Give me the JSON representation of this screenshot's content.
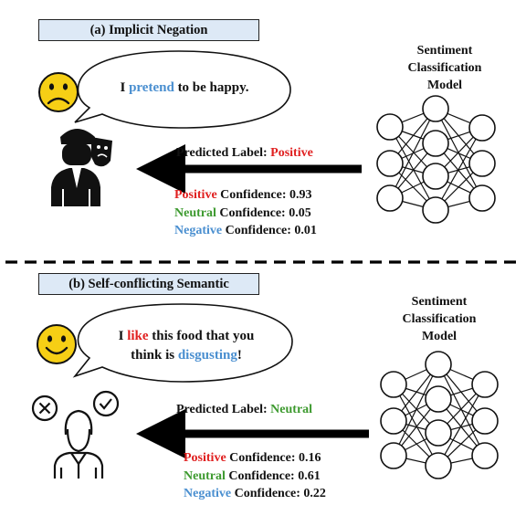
{
  "colors": {
    "title_bg": "#dde9f6",
    "positive": "#e02020",
    "neutral": "#3d9a2f",
    "negative": "#4a8fd0",
    "face": "#f6cf15"
  },
  "panel_a": {
    "title": "(a) Implicit Negation",
    "emoji": "sad-face-icon",
    "person": "actor-with-masks-icon",
    "bubble": {
      "pre": "I ",
      "highlight": "pretend",
      "post": " to be happy."
    },
    "model_label": [
      "Sentiment",
      "Classification",
      "Model"
    ],
    "predicted_prefix": "Predicted Label: ",
    "predicted_value": "Positive",
    "confidences": [
      {
        "label": "Positive",
        "text": " Confidence: 0.93",
        "value": 0.93
      },
      {
        "label": "Neutral",
        "text": " Confidence: 0.05",
        "value": 0.05
      },
      {
        "label": "Negative",
        "text": " Confidence: 0.01",
        "value": 0.01
      }
    ]
  },
  "panel_b": {
    "title": "(b) Self-conflicting Semantic",
    "emoji": "smiling-face-icon",
    "person": "person-deciding-icon",
    "bubble": {
      "line1_pre": "I ",
      "line1_highlight": "like",
      "line1_post": " this food that you",
      "line2_pre": "think is ",
      "line2_highlight": "disgusting",
      "line2_post": "!"
    },
    "model_label": [
      "Sentiment",
      "Classification",
      "Model"
    ],
    "predicted_prefix": "Predicted Label: ",
    "predicted_value": "Neutral",
    "confidences": [
      {
        "label": "Positive",
        "text": " Confidence: 0.16",
        "value": 0.16
      },
      {
        "label": "Neutral",
        "text": " Confidence: 0.61",
        "value": 0.61
      },
      {
        "label": "Negative",
        "text": " Confidence: 0.22",
        "value": 0.22
      }
    ]
  }
}
